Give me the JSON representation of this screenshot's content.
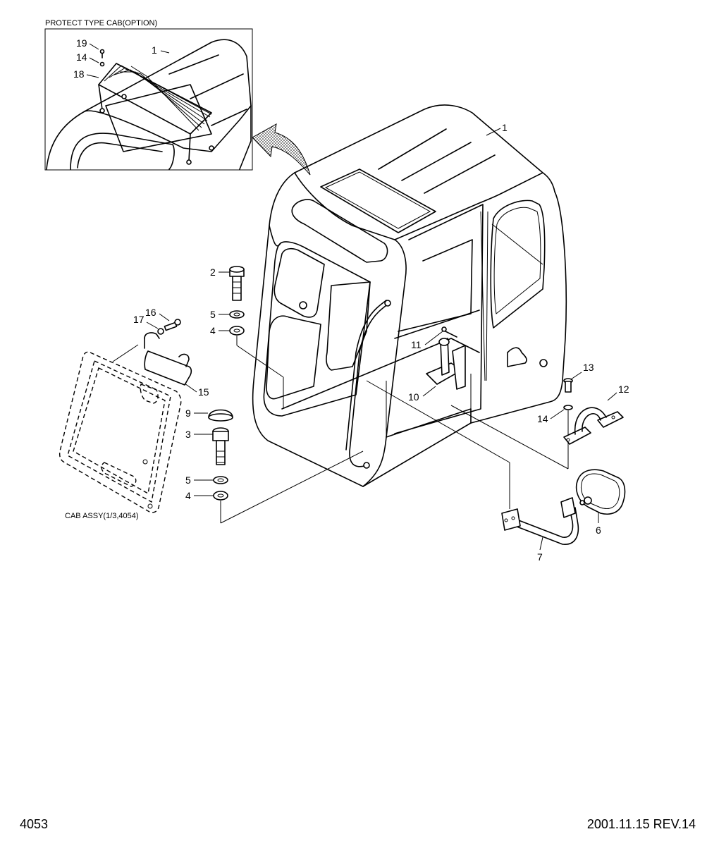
{
  "inset": {
    "caption": "PROTECT TYPE CAB(OPTION)"
  },
  "window_caption": "CAB ASSY(1/3,4054)",
  "callouts": {
    "inset_1": "1",
    "inset_19": "19",
    "inset_14": "14",
    "inset_18": "18",
    "main_1": "1",
    "c2": "2",
    "c5a": "5",
    "c4a": "4",
    "c16": "16",
    "c17": "17",
    "c15": "15",
    "c9": "9",
    "c3": "3",
    "c5b": "5",
    "c4b": "4",
    "c11": "11",
    "c10": "10",
    "c13": "13",
    "c12": "12",
    "c14": "14",
    "c6": "6",
    "c7": "7"
  },
  "footer": {
    "page": "4053",
    "date_rev": "2001.11.15  REV.14"
  }
}
